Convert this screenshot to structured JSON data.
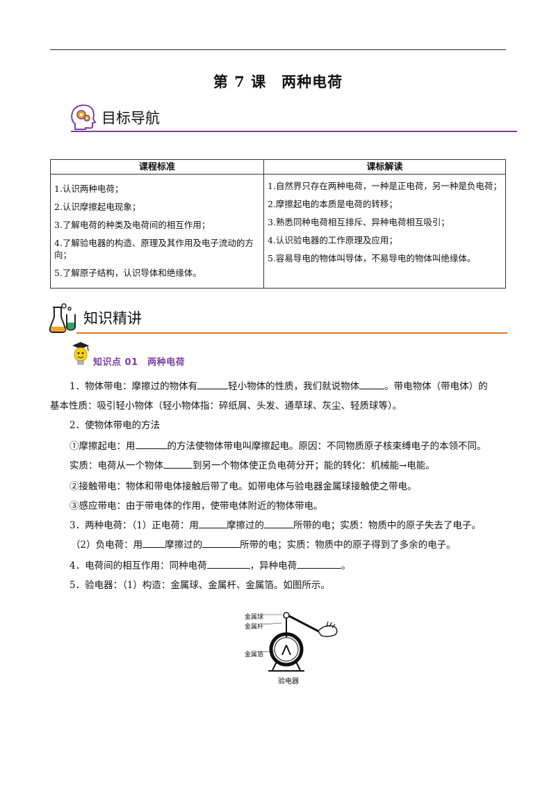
{
  "lesson_title": "第 7 课　两种电荷",
  "section1": {
    "title": "目标导航"
  },
  "section2": {
    "title": "知识精讲"
  },
  "standards_table": {
    "headers": [
      "课程标准",
      "课标解读"
    ],
    "left": [
      "1.认识两种电荷；",
      "2.认识摩擦起电现象；",
      "3.了解电荷的种类及电荷间的相互作用；",
      "4.了解验电器的构造、原理及其作用及电子流动的方向；",
      "5.了解原子结构，认识导体和绝缘体。"
    ],
    "right": [
      "1.自然界只存在两种电荷，一种是正电荷，另一种是负电荷；",
      "2.摩擦起电的本质是电荷的转移；",
      "3.熟悉同种电荷相互排斥、异种电荷相互吸引；",
      "4.认识验电器的工作原理及应用；",
      "5.容易导电的物体叫导体，不易导电的物体叫绝缘体。"
    ]
  },
  "knowledge_point": {
    "title": "知识点 01　两种电荷"
  },
  "content": {
    "l1a": "1．物体带电：摩擦过的物体有",
    "l1b": "轻小物体的性质，我们就说物体",
    "l1c": "。带电物体（带电体）的",
    "l2": "基本性质：吸引轻小物体（轻小物体指：碎纸屑、头发、通草球、灰尘、轻质球等）。",
    "l3": "2．使物体带电的方法",
    "l4a": "①摩擦起电：用",
    "l4b": "的方法使物体带电叫摩擦起电。原因：不同物质原子核束缚电子的本领不同。",
    "l5a": "实质：电荷从一个物体",
    "l5b": "到另一个物体使正负电荷分开；能的转化：机械能→电能。",
    "l6": "②接触带电：物体和带电体接触后带了电。如带电体与验电器金属球接触使之带电。",
    "l7": "③感应带电：由于带电体的作用，使带电体附近的物体带电。",
    "l8a": "3．两种电荷：（1）正电荷：用",
    "l8b": "摩擦过的",
    "l8c": "所带的电；实质：物质中的原子失去了电子。",
    "l9a": "（2）负电荷：用",
    "l9b": "摩擦过的",
    "l9c": "所带的电；实质：物质中的原子得到了多余的电子。",
    "l10a": "4．电荷间的相互作用：同种电荷",
    "l10b": "，异种电荷",
    "l10c": "。",
    "l11": "5．验电器：（1）构造：金属球、金属杆、金属箔。如图所示。"
  },
  "figure": {
    "labels": [
      "金属球",
      "金属杆",
      "金属箔"
    ],
    "caption": "验电器"
  },
  "colors": {
    "purple": "#7a3fa0",
    "orange": "#e57a1f"
  }
}
